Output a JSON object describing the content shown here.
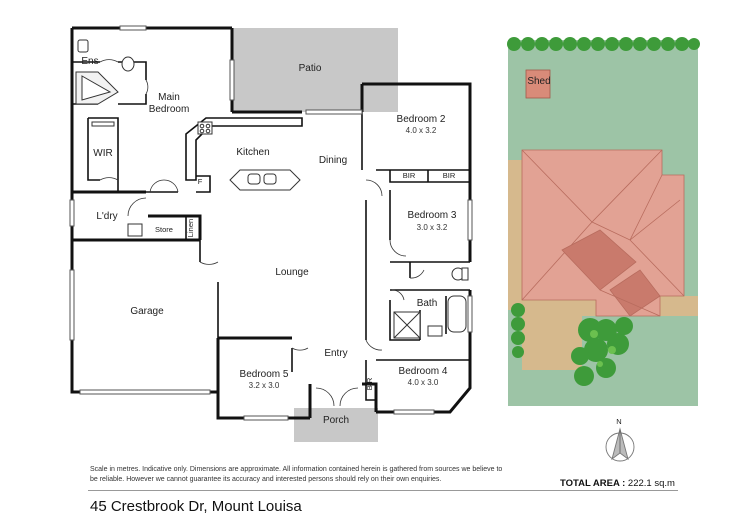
{
  "rooms": {
    "ens": "Ens",
    "main_bedroom": "Main",
    "main_bedroom_2": "Bedroom",
    "wir": "WIR",
    "patio": "Patio",
    "kitchen": "Kitchen",
    "dining": "Dining",
    "bedroom2": "Bedroom 2",
    "bedroom2_dim": "4.0 x 3.2",
    "bir1": "BIR",
    "bir2": "BIR",
    "bedroom3": "Bedroom 3",
    "bedroom3_dim": "3.0 x 3.2",
    "laundry": "L'dry",
    "store": "Store",
    "linen": "Linen",
    "lounge": "Lounge",
    "garage": "Garage",
    "bath": "Bath",
    "entry": "Entry",
    "bedroom5": "Bedroom 5",
    "bedroom5_dim": "3.2 x 3.0",
    "bedroom4": "Bedroom 4",
    "bedroom4_dim": "4.0 x 3.0",
    "bir3": "BIR",
    "porch": "Porch",
    "fridge": "F"
  },
  "site": {
    "shed": "Shed",
    "north": "N"
  },
  "footer": {
    "disclaimer": "Scale in metres. Indicative only. Dimensions are approximate. All information contained herein is gathered from sources we believe to be reliable. However we cannot guarantee its accuracy and interested persons should rely on their own enquiries.",
    "total_label": "TOTAL AREA :",
    "total_value": "222.1 sq.m",
    "address": "45 Crestbrook Dr, Mount Louisa"
  },
  "colors": {
    "wall": "#111111",
    "patio": "#c8c8c8",
    "porch": "#c8c8c8",
    "lawn": "#9dc4a6",
    "hedge": "#3e9b3a",
    "roof": "#e2a294",
    "roof_shade": "#c97a6c",
    "path": "#d6b98d"
  }
}
